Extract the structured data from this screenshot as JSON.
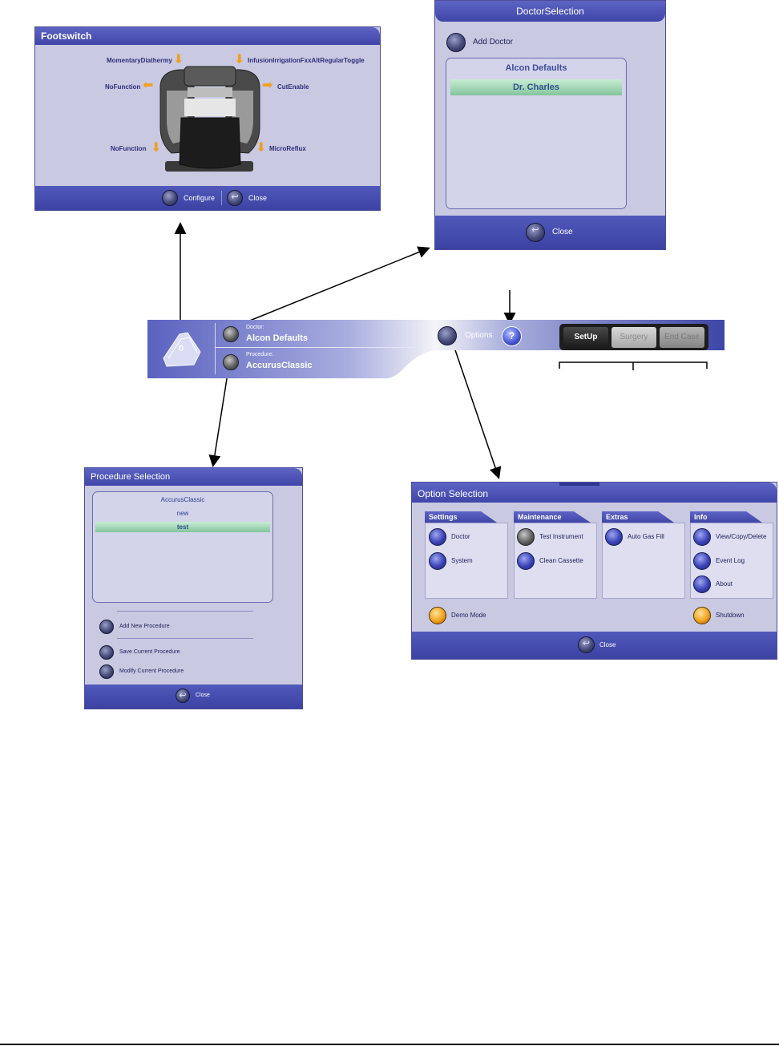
{
  "footswitch": {
    "title": "Footswitch",
    "labels": {
      "top_left": "MomentaryDiathermy",
      "top_right": "InfusionIrrigationFxxAltRegularToggle",
      "mid_left": "NoFunction",
      "mid_right": "CutEnable",
      "bottom_left": "NoFunction",
      "bottom_right": "MicroReflux"
    },
    "configure_label": "Configure",
    "close_label": "Close"
  },
  "doctor_selection": {
    "title": "DoctorSelection",
    "add_doctor_label": "Add Doctor",
    "list_header": "Alcon Defaults",
    "items": [
      "Dr. Charles"
    ],
    "close_label": "Close"
  },
  "status_bar": {
    "footswitch_count": "0",
    "doctor_caption": "Doctor:",
    "doctor_value": "Alcon Defaults",
    "procedure_caption": "Procedure:",
    "procedure_value": "AccurusClassic",
    "options_label": "Options",
    "help_icon": "?",
    "tabs": [
      "SetUp",
      "Surgery",
      "End Case"
    ]
  },
  "procedure_selection": {
    "title": "Procedure Selection",
    "list_header": "AccurusClassic",
    "items": [
      "new",
      "test"
    ],
    "add_new_label": "Add New Procedure",
    "save_label": "Save Current Procedure",
    "modify_label": "Modify Current Procedure",
    "close_label": "Close"
  },
  "option_selection": {
    "title": "Option Selection",
    "groups": [
      {
        "name": "Settings",
        "items": [
          "Doctor",
          "System"
        ]
      },
      {
        "name": "Maintenance",
        "items": [
          "Test Instrument",
          "Clean Cassette"
        ]
      },
      {
        "name": "Extras",
        "items": [
          "Auto Gas Fill"
        ]
      },
      {
        "name": "Info",
        "items": [
          "View/Copy/Delete",
          "Event Log",
          "About"
        ]
      }
    ],
    "demo_mode_label": "Demo Mode",
    "shutdown_label": "Shutdown",
    "close_label": "Close"
  },
  "colors": {
    "panel_bg": "#c9c9e2",
    "header_blue": "#3f46a8",
    "selection_green": "#84c49d",
    "accent_orange": "#f0a320"
  }
}
